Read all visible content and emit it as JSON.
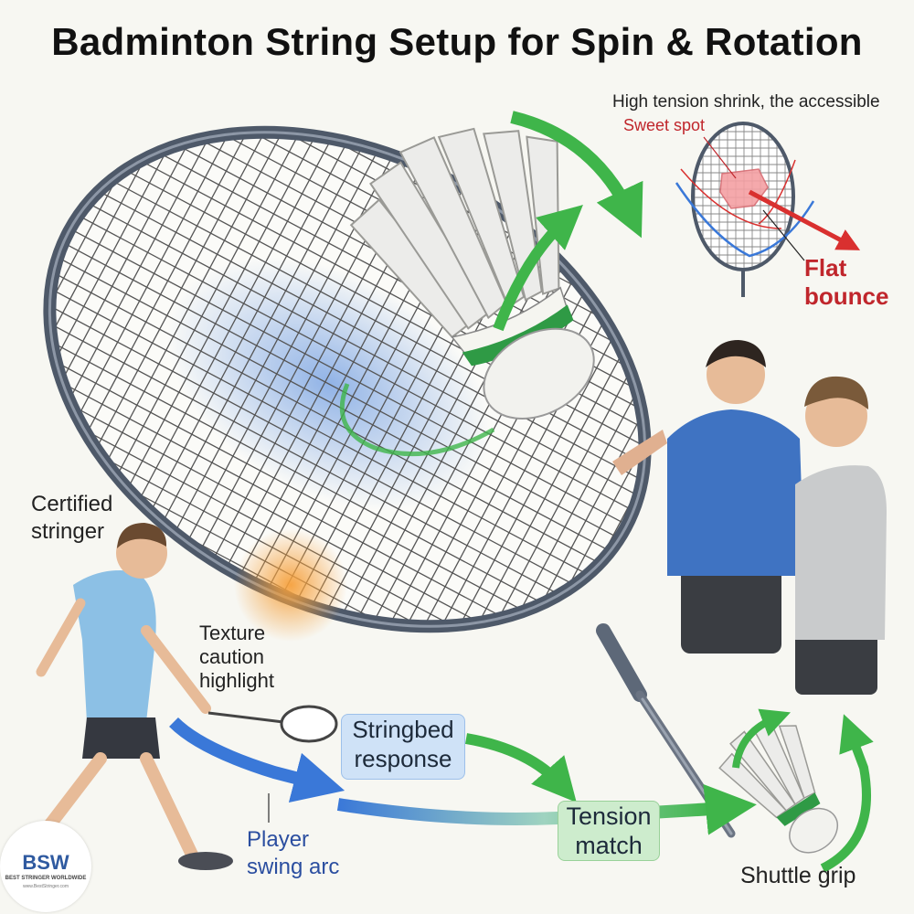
{
  "title": "Badminton String Setup for Spin & Rotation",
  "inset": {
    "caption": "High tension shrink, the accessible",
    "sweet_spot": "Sweet spot",
    "flat_bounce_line1": "Flat",
    "flat_bounce_line2": "bounce"
  },
  "labels": {
    "certified_line1": "Certified",
    "certified_line2": "stringer",
    "texture_line1": "Texture",
    "texture_line2": "caution",
    "texture_line3": "highlight",
    "player_line1": "Player",
    "player_line2": "swing arc",
    "shuttle_grip": "Shuttle grip"
  },
  "flow": {
    "stringbed_line1": "Stringbed",
    "stringbed_line2": "response",
    "tension_line1": "Tension",
    "tension_line2": "match"
  },
  "logo": {
    "mark": "BSW",
    "tagline": "BEST STRINGER WORLDWIDE",
    "url": "www.BestStringer.com"
  },
  "colors": {
    "frame": "#5d6878",
    "arrow_green": "#3fb54a",
    "arrow_blue": "#3a78d8",
    "accent_red": "#c0262c",
    "caution_orange": "#f5a03c"
  }
}
